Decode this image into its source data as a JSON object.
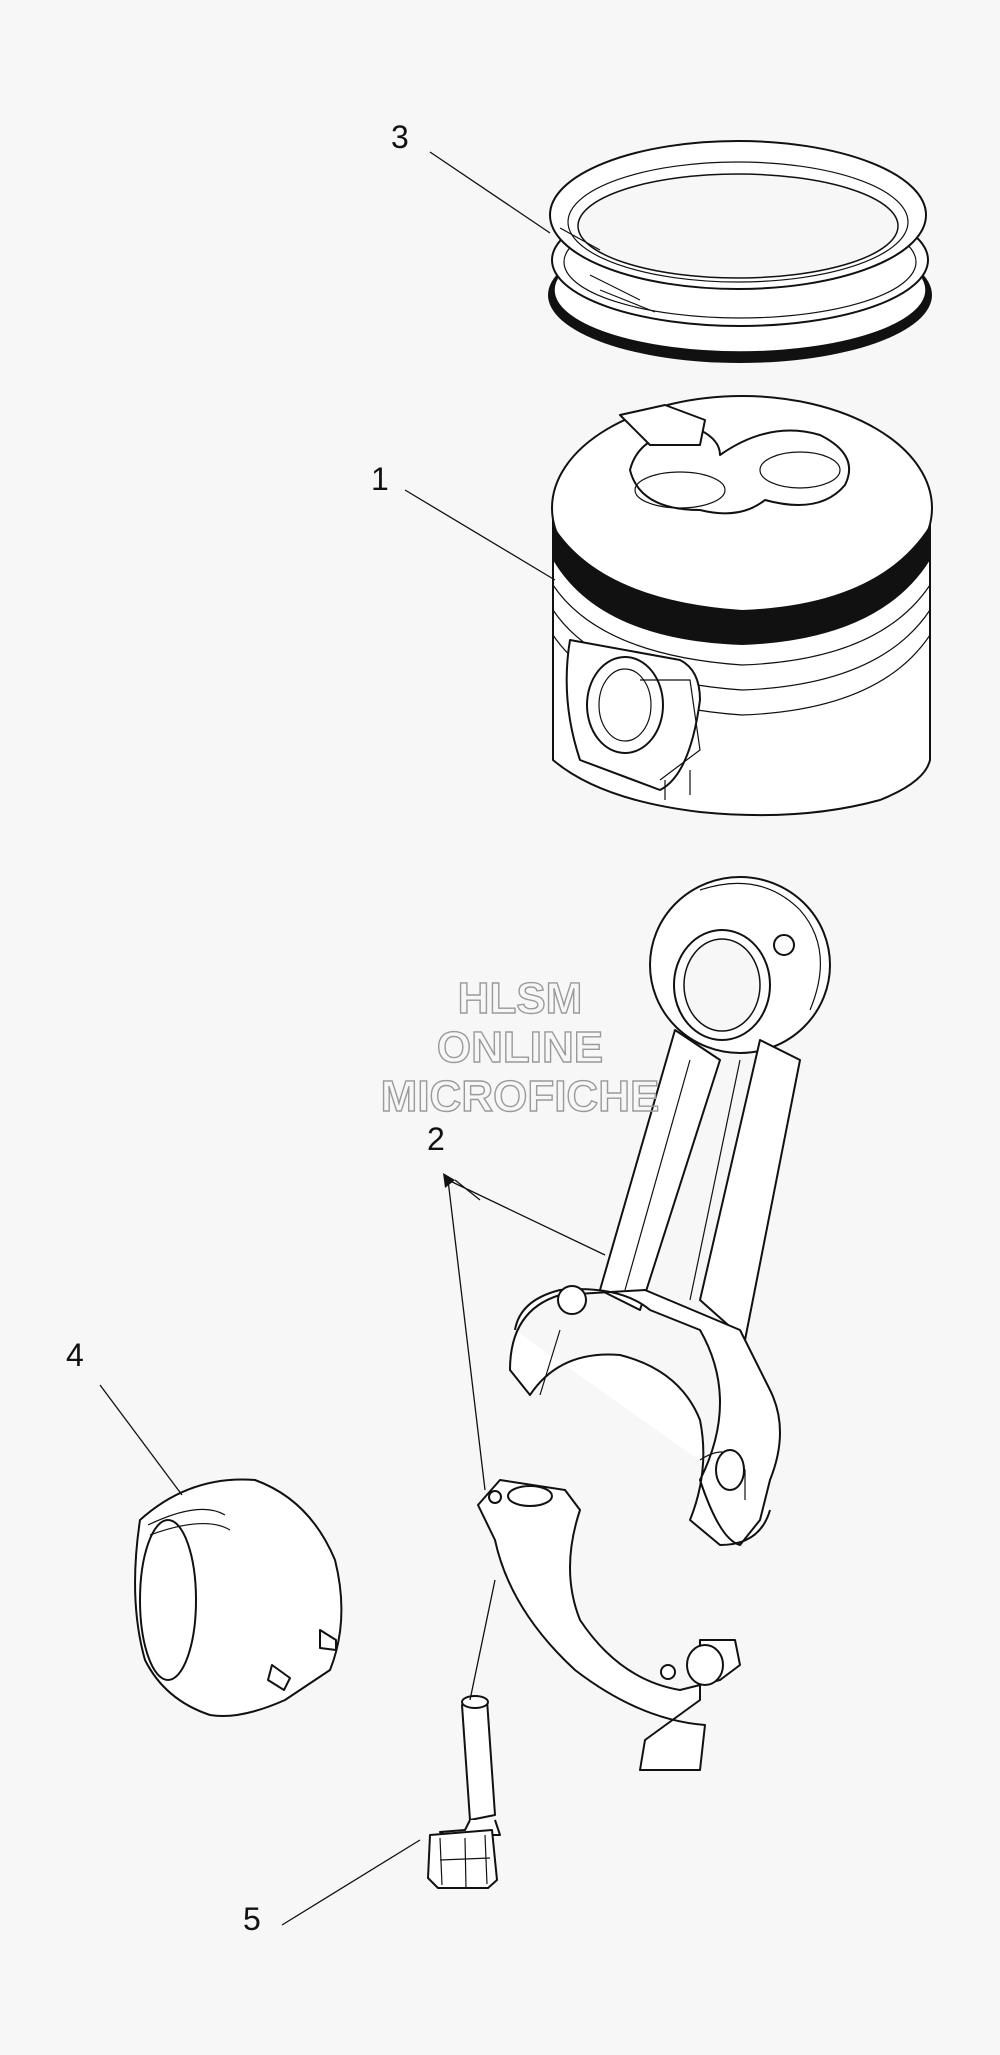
{
  "watermark": {
    "line1": "HLSM",
    "line2": "ONLINE",
    "line3": "MICROFICHE"
  },
  "callouts": [
    {
      "number": "1",
      "part": "piston"
    },
    {
      "number": "2",
      "part": "connecting-rod"
    },
    {
      "number": "3",
      "part": "piston-ring-set"
    },
    {
      "number": "4",
      "part": "bearing-shell"
    },
    {
      "number": "5",
      "part": "connecting-rod-bolt"
    }
  ],
  "colors": {
    "background": "#f7f7f7",
    "line": "#111111",
    "watermark": "#9a9a9a"
  }
}
